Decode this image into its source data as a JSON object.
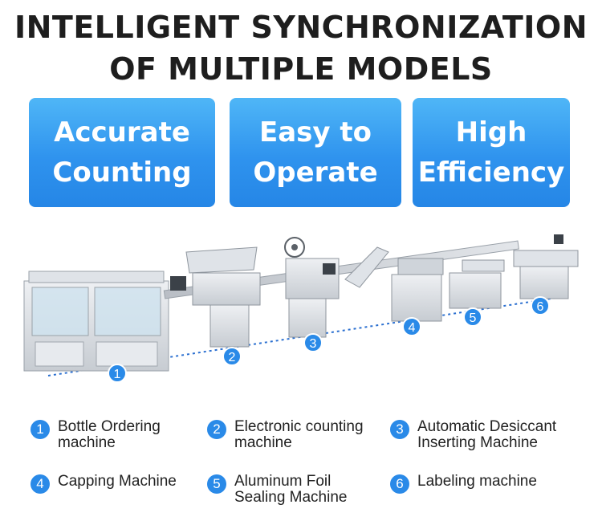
{
  "headline": {
    "line1": "INTELLIGENT SYNCHRONIZATION",
    "line2": "OF MULTIPLE MODELS"
  },
  "features": [
    {
      "line1": "Accurate",
      "line2": "Counting"
    },
    {
      "line1": "Easy to",
      "line2": "Operate"
    },
    {
      "line1": "High",
      "line2": "Efficiency"
    }
  ],
  "markers": [
    "1",
    "2",
    "3",
    "4",
    "5",
    "6"
  ],
  "legend": [
    {
      "num": "1",
      "label": "Bottle Ordering\nmachine"
    },
    {
      "num": "2",
      "label": "Electronic counting\nmachine"
    },
    {
      "num": "3",
      "label": "Automatic Desiccant\nInserting Machine"
    },
    {
      "num": "4",
      "label": "Capping Machine"
    },
    {
      "num": "5",
      "label": "Aluminum Foil\nSealing Machine"
    },
    {
      "num": "6",
      "label": "Labeling machine"
    }
  ],
  "colors": {
    "accent_blue": "#2a8ae8",
    "feature_gradient_top": "#4fb6f7",
    "feature_gradient_bottom": "#2586e6",
    "headline_text": "#1e1e1e",
    "machine_steel": "#d9dde2",
    "dotted_line": "#2a6fd0"
  }
}
